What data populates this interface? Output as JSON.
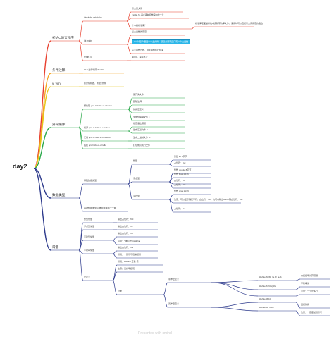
{
  "root": "day2",
  "watermark": "Presented with xmind",
  "colors": {
    "red": "#e8402f",
    "orange": "#f5a623",
    "yellow": "#e6c619",
    "green": "#2aa84a",
    "navy": "#2d3a8c"
  },
  "branches": [
    {
      "label": "初始C语言程序",
      "children": [
        {
          "label": "#include <stdio.h>",
          "children": [
            {
              "label": "引入某文件"
            },
            {
              "label": "<stdio.h> 是C语言标准库中的一个"
            },
            {
              "label": "什么是标准库？",
              "children": [
                {
                  "label": "标准库里面是系统本身就带的库文件，使用时可以直接引入调用它的函数"
                }
              ]
            }
          ]
        },
        {
          "label": "int main",
          "children": [
            {
              "label": "是主函数的意思"
            },
            {
              "label": "\"一个程序\"里面一个主文件，项目必须有且只有一个主函数"
            },
            {
              "label": "从主函数开始，到主函数执行结束"
            }
          ]
        },
        {
          "label": "return 0",
          "children": [
            {
              "label": "返回0，程序终止"
            }
          ]
        }
      ]
    },
    {
      "label": "条件注释",
      "children": [
        {
          "label": "#if 0   注释代码  #endif"
        }
      ]
    },
    {
      "label": "vi   vim",
      "children": [
        {
          "label": "打开编辑器，新建c文件"
        }
      ]
    },
    {
      "label": "分布编译",
      "children": [
        {
          "label": "预处理  gcc -E hello.c -o hello.i",
          "children": [
            {
              "label": "展开头文件"
            },
            {
              "label": "删除注释"
            },
            {
              "label": "替换宏定义"
            },
            {
              "label": "生成预编译文件 .i"
            }
          ]
        },
        {
          "label": "编译  gcc -S hello.i -o hello.s",
          "children": [
            {
              "label": "检查语法错误"
            },
            {
              "label": "生成汇编文件 .s"
            }
          ]
        },
        {
          "label": "汇编  gcc -c hello.s -o hello.o",
          "children": [
            {
              "label": "生成二进制文件  .o"
            }
          ]
        },
        {
          "label": "链接  gcc hello.o -o hello",
          "children": [
            {
              "label": "打包成可执行文件"
            }
          ]
        }
      ]
    },
    {
      "label": "数据类型",
      "children": [
        {
          "label": "基础数据类型",
          "children": [
            {
              "label": "整型",
              "children": [
                {
                  "label": "整数 int  4字节"
                },
                {
                  "label": "占位符：%d"
                }
              ]
            },
            {
              "label": "浮点型",
              "children": [
                {
                  "label": "整数 double  8字节"
                },
                {
                  "label": "整数 float  4字节"
                },
                {
                  "label": "占位符：%f"
                },
                {
                  "label": "占位符：%lf"
                }
              ]
            },
            {
              "label": "字符型",
              "children": [
                {
                  "label": "整数 char  1字节"
                },
                {
                  "label": "注意：可以显示确定字符，占位符：%c，也可以输出ASCII码占位符：%d"
                },
                {
                  "label": "占位符：%c"
                }
              ]
            }
          ]
        },
        {
          "label": "基础数据类型 可推导型都属于一种"
        }
      ]
    },
    {
      "label": "常量",
      "children": [
        {
          "label": "整型常量",
          "children": [
            {
              "label": "输出占位符：%d"
            }
          ]
        },
        {
          "label": "浮点型常量",
          "children": [
            {
              "label": "输出占位符：%f"
            }
          ]
        },
        {
          "label": "字符型常量",
          "children": [
            {
              "label": "输出占位符：%c"
            },
            {
              "label": "识别：'' 单引号包裹起来"
            }
          ]
        },
        {
          "label": "字符串常量",
          "children": [
            {
              "label": "输出占位符：%s"
            },
            {
              "label": "识别：\"\" 双引号包裹起来"
            }
          ]
        },
        {
          "label": "宏定义",
          "children": [
            {
              "label": "识别：#define 宏名 值"
            },
            {
              "label": "注意：无分号结尾"
            },
            {
              "label": "分类",
              "children": [
                {
                  "label": "带参宏定义",
                  "children": [
                    {
                      "label": "#define SUM（a,b）a+b",
                      "children": [
                        {
                          "label": "未加括号计算错误"
                        }
                      ]
                    },
                    {
                      "label": "#define STR(x) #x",
                      "children": [
                        {
                          "label": "字符串化"
                        }
                      ]
                    },
                    {
                      "label": "",
                      "children": [
                        {
                          "label": "注意：一个宏多行"
                        }
                      ]
                    }
                  ]
                },
                {
                  "label": "无参宏定义",
                  "children": [
                    {
                      "label": "#define M 10",
                      "children": [
                        {
                          "label": "直接替换"
                        }
                      ]
                    },
                    {
                      "label": "#define M \"hello\"",
                      "children": [
                        {
                          "label": "注意：一定要加双引号"
                        }
                      ]
                    }
                  ]
                }
              ]
            }
          ]
        }
      ]
    }
  ]
}
